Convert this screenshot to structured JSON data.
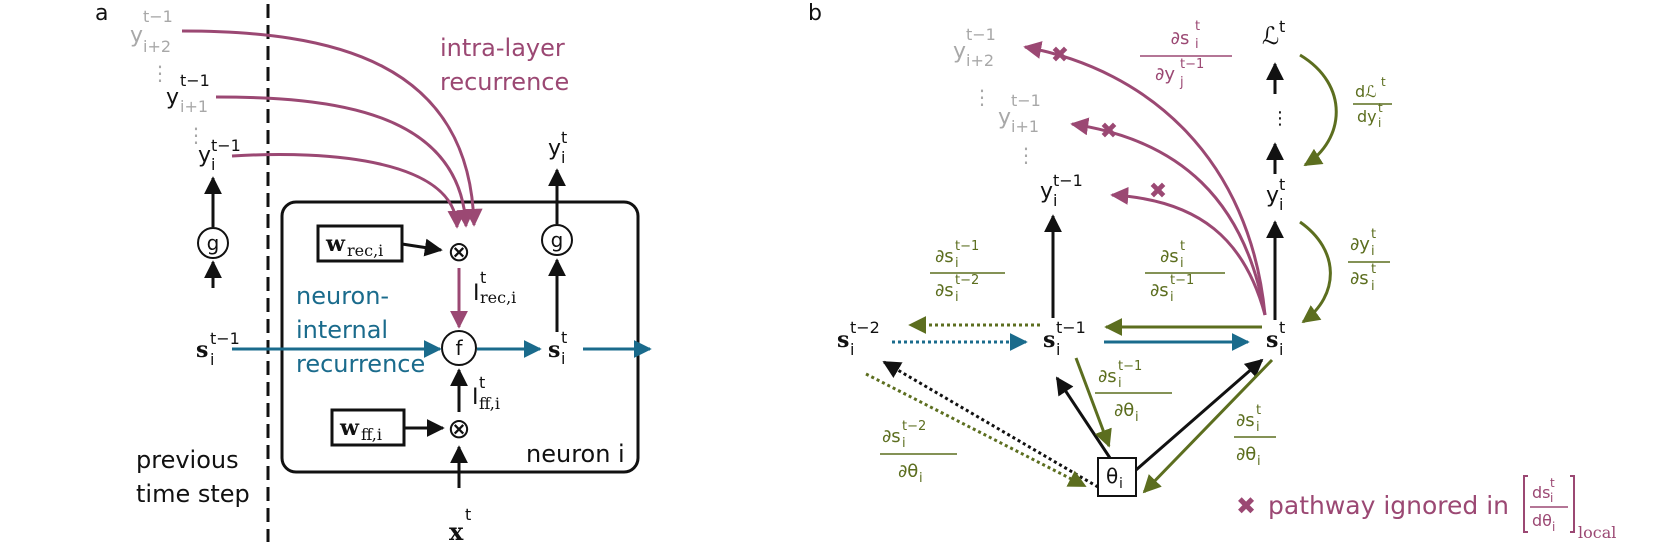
{
  "colors": {
    "black": "#111111",
    "gray": "#a8a8a8",
    "purple": "#9b4873",
    "green": "#5c6e1f",
    "blue": "#1a6b8c"
  },
  "panel_a": {
    "label": "a",
    "y_t1_i2": {
      "base": "y",
      "sub": "i+2",
      "sup": "t−1"
    },
    "y_t1_i1": {
      "base": "y",
      "sub": "i+1",
      "sup": "t−1"
    },
    "y_t1_i": {
      "base": "y",
      "sub": "i",
      "sup": "t−1"
    },
    "s_t1_i": {
      "base": "s",
      "sub": "i",
      "sup": "t−1"
    },
    "y_t_i": {
      "base": "y",
      "sub": "i",
      "sup": "t"
    },
    "s_t_i": {
      "base": "s",
      "sub": "i",
      "sup": "t"
    },
    "x_t": {
      "base": "x",
      "sup": "t"
    },
    "g_left": "g",
    "g_right": "g",
    "f_node": "f",
    "times_rec": "⊗",
    "times_ff": "⊗",
    "w_rec": {
      "base": "w",
      "sub": "rec,i"
    },
    "w_ff": {
      "base": "w",
      "sub": "ff,i"
    },
    "I_rec": {
      "base": "I",
      "sub": "rec,i",
      "sup": "t"
    },
    "I_ff": {
      "base": "I",
      "sub": "ff,i",
      "sup": "t"
    },
    "intra_line1": "intra-layer",
    "intra_line2": "recurrence",
    "internal_line1": "neuron-",
    "internal_line2": "internal",
    "internal_line3": "recurrence",
    "previous_line1": "previous",
    "previous_line2": "time step",
    "neuron_label": "neuron i",
    "ellipsis": "⋮"
  },
  "panel_b": {
    "label": "b",
    "y_t1_i2": {
      "base": "y",
      "sub": "i+2",
      "sup": "t−1"
    },
    "y_t1_i1": {
      "base": "y",
      "sub": "i+1",
      "sup": "t−1"
    },
    "y_t1_i": {
      "base": "y",
      "sub": "i",
      "sup": "t−1"
    },
    "L_t": {
      "base": "ℒ",
      "sup": "t"
    },
    "y_t_i": {
      "base": "y",
      "sub": "i",
      "sup": "t"
    },
    "s_t2_i": {
      "base": "s",
      "sub": "i",
      "sup": "t−2"
    },
    "s_t1_i": {
      "base": "s",
      "sub": "i",
      "sup": "t−1"
    },
    "s_t_i": {
      "base": "s",
      "sub": "i",
      "sup": "t"
    },
    "theta": {
      "base": "θ",
      "sub": "i"
    },
    "frac_ds_dy": {
      "num": {
        "base": "∂s",
        "sub": "i",
        "sup": "t"
      },
      "den": {
        "base": "∂y",
        "sub": "j",
        "sup": "t−1"
      }
    },
    "frac_dL_dy": {
      "num": {
        "base": "dℒ",
        "sup": "t"
      },
      "den": {
        "base": "dy",
        "sub": "i",
        "sup": "t"
      }
    },
    "frac_dy_ds": {
      "num": {
        "base": "∂y",
        "sub": "i",
        "sup": "t"
      },
      "den": {
        "base": "∂s",
        "sub": "i",
        "sup": "t"
      }
    },
    "frac_ds1_ds2": {
      "num": {
        "base": "∂s",
        "sub": "i",
        "sup": "t−1"
      },
      "den": {
        "base": "∂s",
        "sub": "i",
        "sup": "t−2"
      }
    },
    "frac_ds_ds1": {
      "num": {
        "base": "∂s",
        "sub": "i",
        "sup": "t"
      },
      "den": {
        "base": "∂s",
        "sub": "i",
        "sup": "t−1"
      }
    },
    "frac_ds1_dth": {
      "num": {
        "base": "∂s",
        "sub": "i",
        "sup": "t−1"
      },
      "den": {
        "base": "∂θ",
        "sub": "i"
      }
    },
    "frac_ds2_dth": {
      "num": {
        "base": "∂s",
        "sub": "i",
        "sup": "t−2"
      },
      "den": {
        "base": "∂θ",
        "sub": "i"
      }
    },
    "frac_ds_dth": {
      "num": {
        "base": "∂s",
        "sub": "i",
        "sup": "t"
      },
      "den": {
        "base": "∂θ",
        "sub": "i"
      }
    },
    "legend": {
      "mark": "✖",
      "text": "pathway ignored in",
      "frac": {
        "num": {
          "base": "ds",
          "sub": "i",
          "sup": "t"
        },
        "den": {
          "base": "dθ",
          "sub": "i"
        }
      },
      "subscript": "local"
    },
    "ellipsis": "⋮"
  }
}
